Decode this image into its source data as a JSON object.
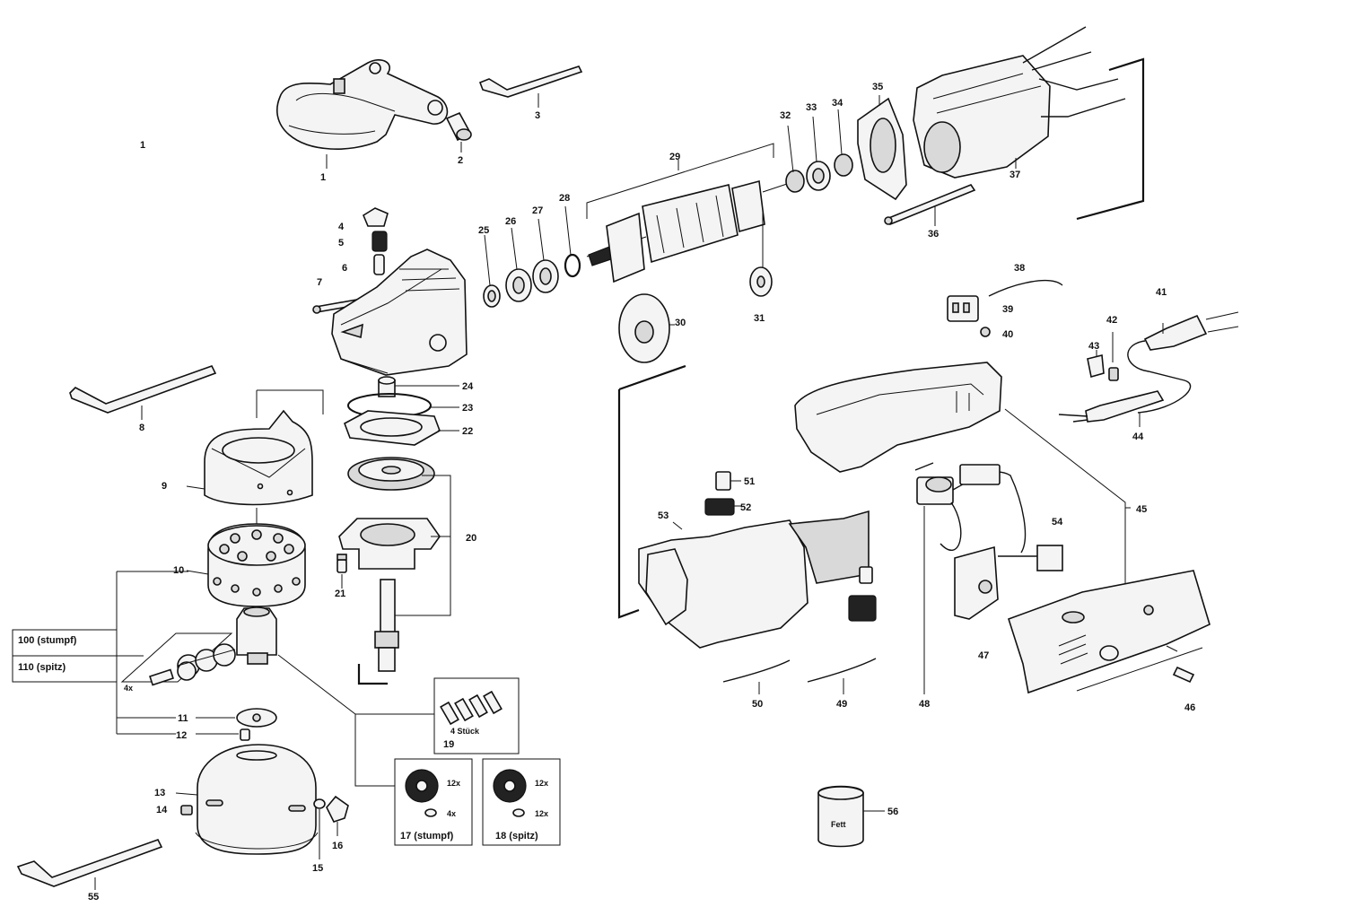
{
  "labels": {
    "title_num": "1",
    "p1": "1",
    "p2": "2",
    "p3": "3",
    "p4": "4",
    "p5": "5",
    "p6": "6",
    "p7": "7",
    "p8": "8",
    "p9": "9",
    "p10": "10",
    "p11": "11",
    "p12": "12",
    "p13": "13",
    "p14": "14",
    "p15": "15",
    "p16": "16",
    "p19": "19",
    "p20": "20",
    "p21": "21",
    "p22": "22",
    "p23": "23",
    "p24": "24",
    "p25": "25",
    "p26": "26",
    "p27": "27",
    "p28": "28",
    "p29": "29",
    "p30": "30",
    "p31": "31",
    "p32": "32",
    "p33": "33",
    "p34": "34",
    "p35": "35",
    "p36": "36",
    "p37": "37",
    "p38": "38",
    "p39": "39",
    "p40": "40",
    "p41": "41",
    "p42": "42",
    "p43": "43",
    "p44": "44",
    "p45": "45",
    "p46": "46",
    "p47": "47",
    "p48": "48",
    "p49": "49",
    "p50": "50",
    "p51": "51",
    "p52": "52",
    "p53": "53",
    "p54": "54",
    "p55": "55",
    "p56": "56"
  },
  "variants": {
    "row1": "100 (stumpf)",
    "row2": "110 (spitz)"
  },
  "qty": {
    "x4": "4x",
    "four_pieces": "4 Stück",
    "box17_a": "12x",
    "box17_b": "4x",
    "box18_a": "12x",
    "box18_b": "12x"
  },
  "boxes": {
    "b17": "17 (stumpf)",
    "b18": "18 (spitz)"
  },
  "grease": "Fett"
}
